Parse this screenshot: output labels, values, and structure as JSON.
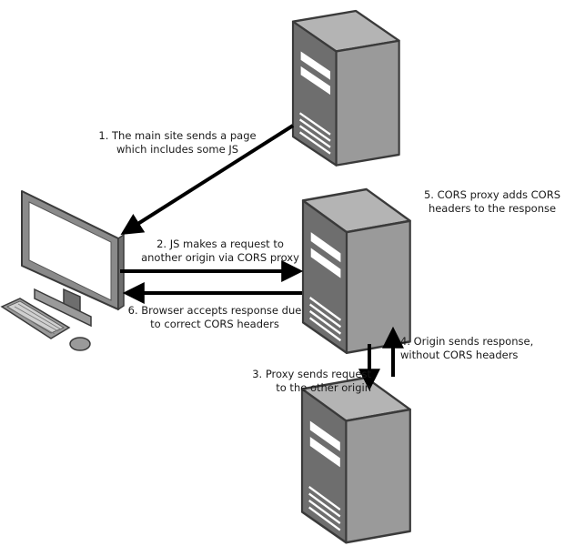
{
  "steps": [
    {
      "line1": "1. The main site sends a page",
      "line2": "which includes some JS"
    },
    {
      "line1": "2. JS makes a request to",
      "line2": "another origin via CORS proxy"
    },
    {
      "line1": "3. Proxy sends request",
      "line2": "to the other origin"
    },
    {
      "line1": "4. Origin sends response,",
      "line2": "without CORS headers"
    },
    {
      "line1": "5. CORS proxy adds CORS",
      "line2": "headers to the response"
    },
    {
      "line1": "6. Browser accepts response due",
      "line2": "to correct CORS headers"
    }
  ],
  "colors": {
    "arrow": "#000000",
    "server_front": "#6e6e6e",
    "server_side": "#9a9a9a",
    "server_top": "#b4b4b4",
    "server_outline": "#3a3a3a",
    "monitor_frame": "#8a8a8a",
    "screen": "#ffffff"
  },
  "icons": [
    "server-icon-main-site",
    "server-icon-cors-proxy",
    "server-icon-origin",
    "computer-icon"
  ]
}
